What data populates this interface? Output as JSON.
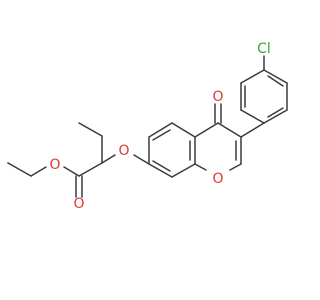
{
  "molecule": {
    "atoms": {
      "carbonyl_oxygen": "O",
      "ring_oxygen": "O",
      "ether_oxygen": "O",
      "ester_carbonyl_oxygen": "O",
      "ester_oxygen": "O",
      "chlorine": "Cl"
    },
    "colors": {
      "bond": "#3a3a3a",
      "oxygen": "#e03a2f",
      "chlorine": "#3aa53a"
    }
  }
}
